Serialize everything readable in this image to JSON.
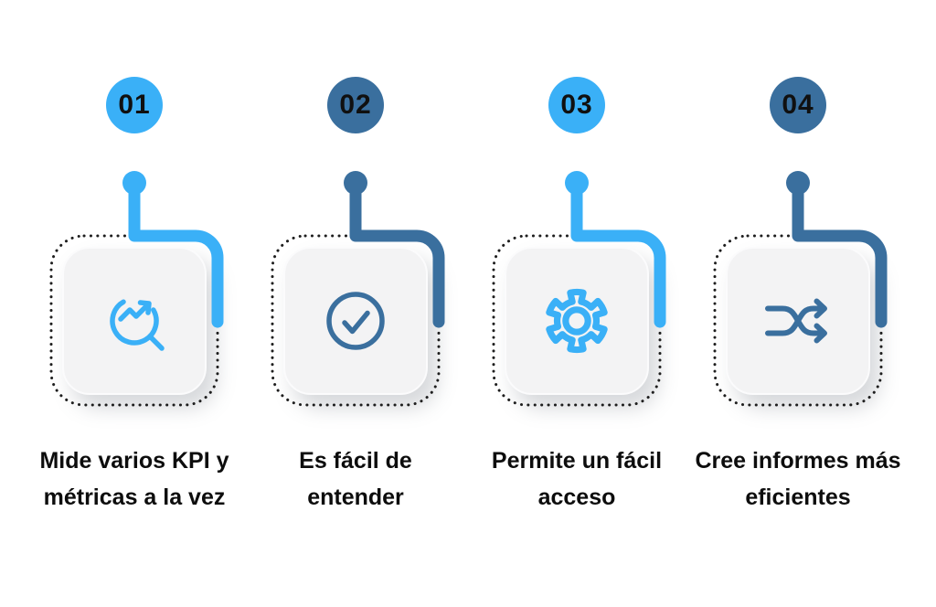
{
  "colors": {
    "light_blue": "#3AB0F7",
    "steel_blue": "#3A6F9E",
    "text": "#0D0D0D",
    "card_bg": "#F3F3F4",
    "dotted_border": "#1E1E1E",
    "background": "#FFFFFF"
  },
  "steps": [
    {
      "number": "01",
      "accent": "light_blue",
      "icon": "search-trend-icon",
      "label": "Mide varios KPI y métricas a la vez"
    },
    {
      "number": "02",
      "accent": "steel_blue",
      "icon": "check-circle-icon",
      "label": "Es fácil de entender"
    },
    {
      "number": "03",
      "accent": "light_blue",
      "icon": "gear-icon",
      "label": "Permite un fácil acceso"
    },
    {
      "number": "04",
      "accent": "steel_blue",
      "icon": "shuffle-icon",
      "label": "Cree informes más eficientes"
    }
  ]
}
